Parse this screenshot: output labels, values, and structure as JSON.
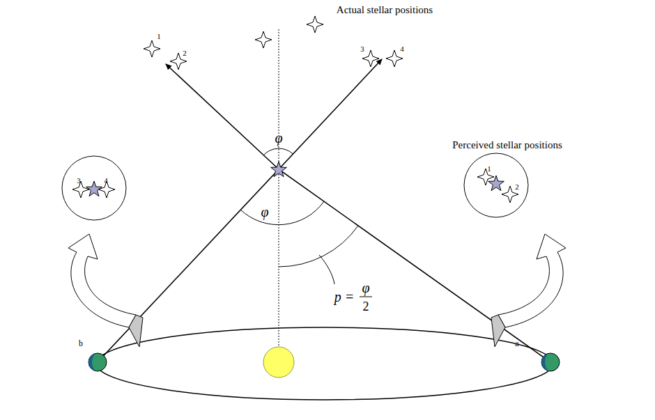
{
  "diagram": {
    "labels": [
      "Actual stellar positions",
      "1",
      "2",
      "3",
      "4",
      "φ",
      "Perceived stellar positions",
      "3",
      "4",
      "1",
      "2",
      "φ",
      "p =",
      "φ",
      "2",
      "b",
      "a"
    ]
  }
}
